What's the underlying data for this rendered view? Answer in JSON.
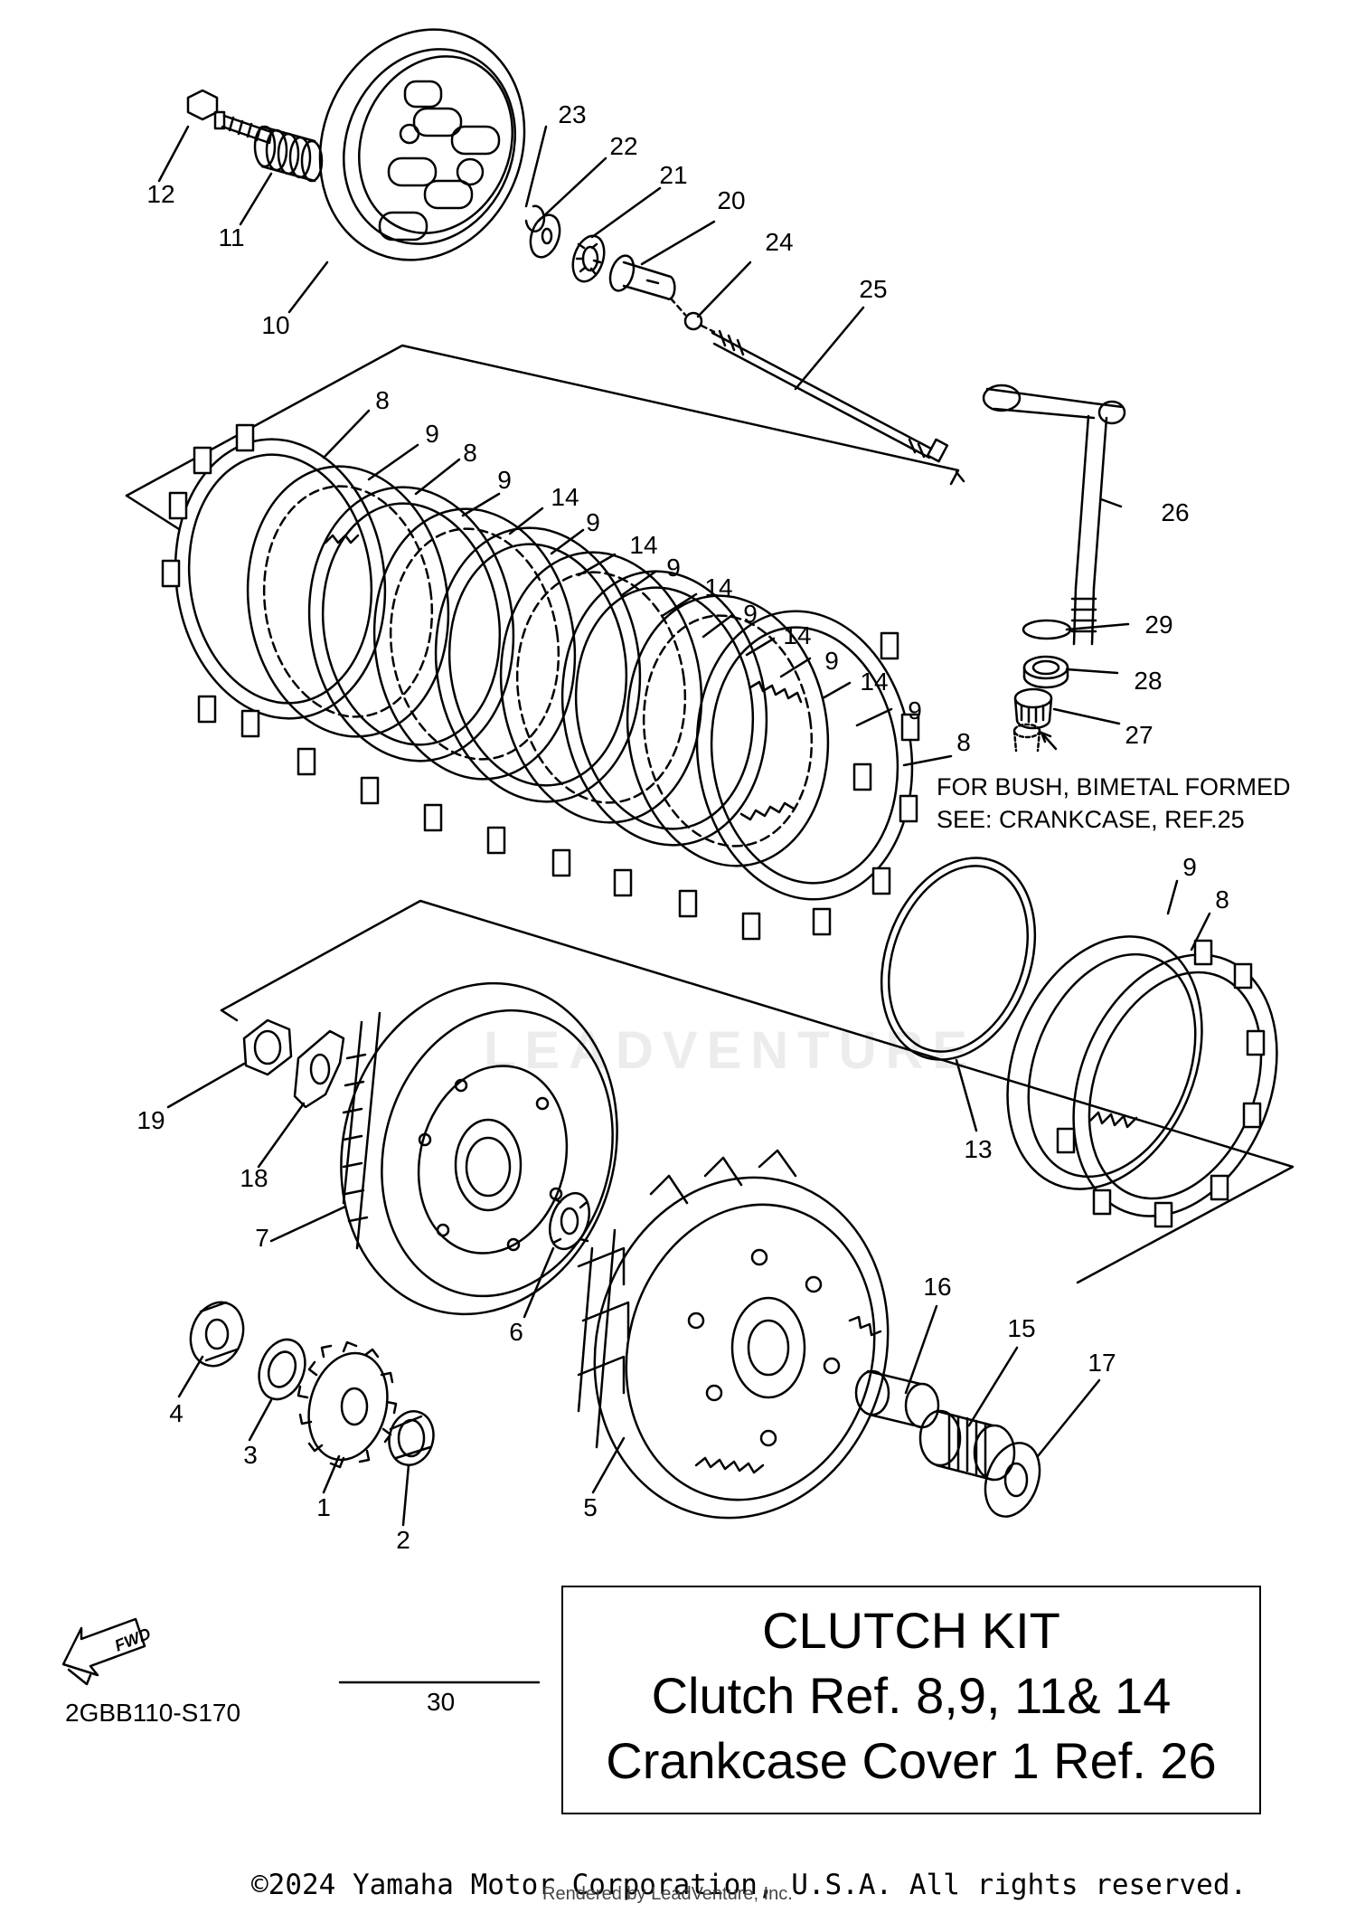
{
  "callouts": {
    "c1": "1",
    "c2": "2",
    "c3": "3",
    "c4": "4",
    "c5": "5",
    "c6": "6",
    "c7": "7",
    "c8a": "8",
    "c8b": "8",
    "c8c": "8",
    "c8d": "8",
    "c9a": "9",
    "c9b": "9",
    "c9c": "9",
    "c9d": "9",
    "c9e": "9",
    "c9f": "9",
    "c9g": "9",
    "c9h": "9",
    "c10": "10",
    "c11": "11",
    "c12": "12",
    "c13": "13",
    "c14a": "14",
    "c14b": "14",
    "c14c": "14",
    "c14d": "14",
    "c14e": "14",
    "c15": "15",
    "c16": "16",
    "c17": "17",
    "c18": "18",
    "c19": "19",
    "c20": "20",
    "c21": "21",
    "c22": "22",
    "c23": "23",
    "c24": "24",
    "c25": "25",
    "c26": "26",
    "c27": "27",
    "c28": "28",
    "c29": "29"
  },
  "note": {
    "line1": "FOR BUSH, BIMETAL FORMED",
    "line2": "SEE: CRANKCASE, REF.25"
  },
  "kit": {
    "ref": "30",
    "line1": "CLUTCH KIT",
    "line2": "Clutch Ref. 8,9, 11& 14",
    "line3": "Crankcase Cover 1 Ref. 26"
  },
  "fwd_label": "FWD",
  "diagram_code": "2GBB110-S170",
  "watermark": "LEADVENTURE",
  "copyright": "©2024 Yamaha Motor Corporation, U.S.A. All rights reserved.",
  "rendered_by": "Rendered by LeadVenture, Inc."
}
